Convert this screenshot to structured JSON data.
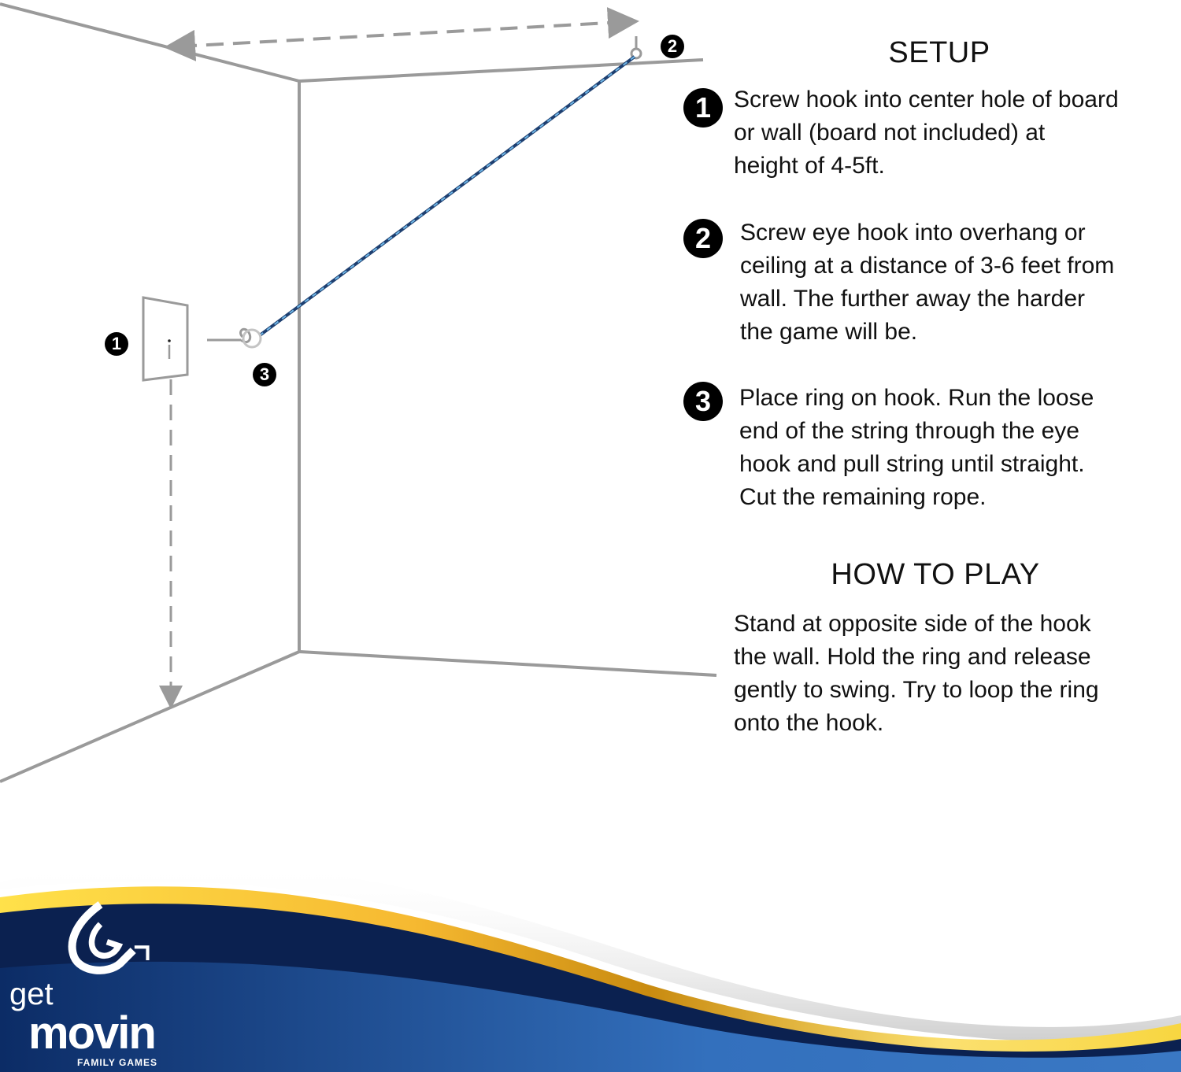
{
  "setup": {
    "title": "SETUP",
    "steps": [
      {
        "number": "1",
        "lines": [
          "Screw hook into center hole of board",
          "or wall (board not included) at",
          "height of 4-5ft."
        ]
      },
      {
        "number": "2",
        "lines": [
          "Screw eye hook into overhang or",
          "ceiling at a distance of 3-6 feet from",
          "wall. The further away the harder",
          "the game will be."
        ]
      },
      {
        "number": "3",
        "lines": [
          "Place ring on hook. Run the loose",
          "end of the string through the eye",
          "hook and pull string until straight.",
          "Cut the remaining rope."
        ]
      }
    ]
  },
  "how_to_play": {
    "title": "HOW TO PLAY",
    "lines": [
      "Stand at opposite side of the hook",
      "the wall. Hold the ring and release",
      "gently to swing. Try to loop the ring",
      "onto the hook."
    ]
  },
  "diagram_labels": {
    "board": "1",
    "eye_hook": "2",
    "hook": "3"
  },
  "logo": {
    "get": "get",
    "movin": "movin",
    "subtitle": "FAMILY GAMES"
  },
  "colors": {
    "line": "#9a9a9a",
    "rope": "#2f5f9e",
    "navy": "#0d2a5c",
    "blue": "#3a73c0",
    "gold": "#f5c233"
  }
}
